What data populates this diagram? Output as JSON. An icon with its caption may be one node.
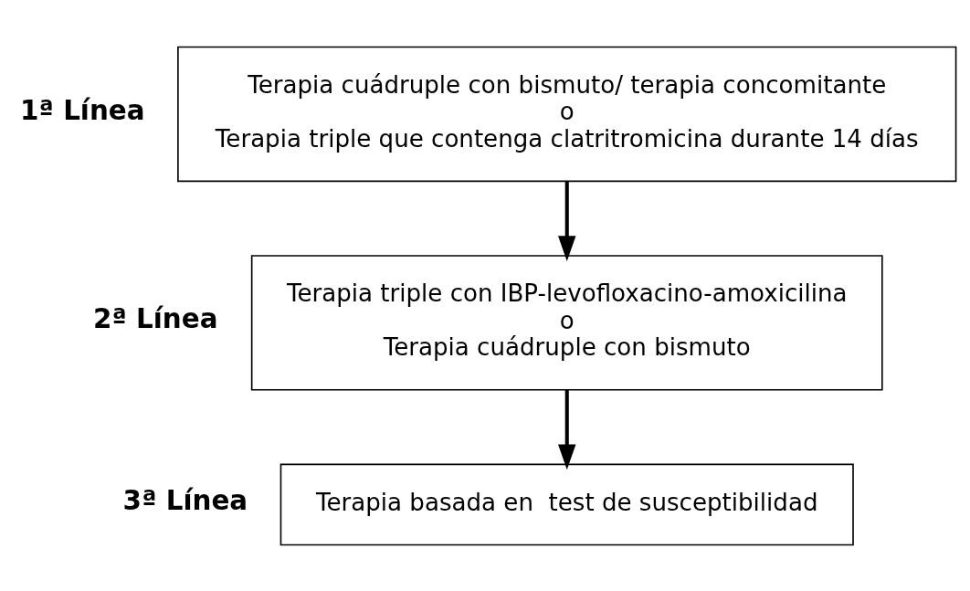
{
  "diagram": {
    "nodes": [
      {
        "text": [
          "Terapia cuádruple con bismuto/ terapia concomitante",
          "o",
          "Terapia triple que contenga clatritromicina durante 14 días"
        ],
        "beside": [
          "1ª Línea"
        ]
      },
      {
        "text": [
          "Terapia triple con IBP-levofloxacino-amoxicilina",
          "o",
          "Terapia cuádruple con bismuto"
        ],
        "beside": [
          "2ª Línea"
        ]
      },
      {
        "text": [
          "Terapia basada en  test de susceptibilidad"
        ],
        "beside": [
          "3ª Línea"
        ]
      }
    ],
    "edges": [
      {
        "from": 0,
        "to": 1,
        "arrow": "to"
      },
      {
        "from": 1,
        "to": 2,
        "arrow": "to"
      }
    ]
  }
}
